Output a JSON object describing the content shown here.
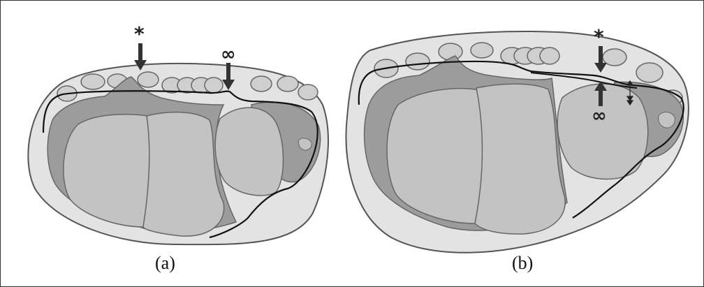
{
  "panels": [
    {
      "id": "a",
      "label": "(a)",
      "markers": {
        "asterisk": "*",
        "infinity": "∞"
      }
    },
    {
      "id": "b",
      "label": "(b)",
      "markers": {
        "asterisk": "*",
        "infinity": "∞"
      }
    }
  ],
  "colors": {
    "frame": "#333333",
    "skin": "#e2e2e2",
    "outline": "#555555",
    "dark_tissue": "#9a9a9a",
    "bone": "#c4c4c4",
    "tendon": "#d0d0d0",
    "line": "#111111"
  }
}
